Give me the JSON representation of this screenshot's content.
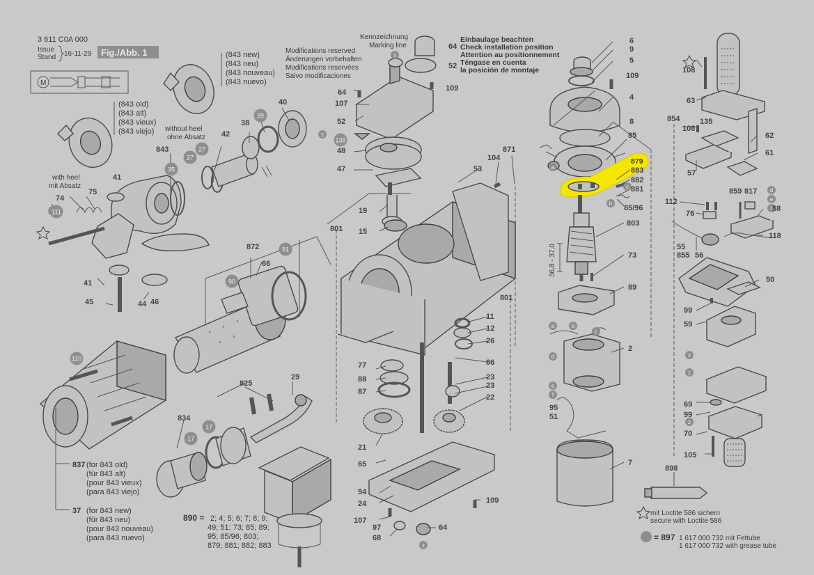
{
  "header": {
    "code": "3 611 C0A 000",
    "issue_label": "Issue",
    "stand_label": "Stand",
    "date": "16-11-29",
    "fig_label": "Fig./Abb. 1"
  },
  "modifications": [
    "Modifications reserved",
    "Änderungen vorbehalten",
    "Modifications reservées",
    "Salvo modificaciones"
  ],
  "marking": {
    "de": "Kennzeichnung",
    "en": "Marking line"
  },
  "mounting_note": [
    "Einbaulage beachten",
    "Check installation position",
    "Attention au positionnement",
    "Téngase en cuenta",
    "la posición de montaje"
  ],
  "variants": {
    "new": [
      "(843 new)",
      "(843 neu)",
      "(843 nouveau)",
      "(843 nuevo)"
    ],
    "old": [
      "(843 old)",
      "(843 alt)",
      "(843 vieux)",
      "(843 viejo)"
    ],
    "with_heel": [
      "with heel",
      "mit Absatz"
    ],
    "without_heel": [
      "without heel",
      "ohne Absatz"
    ]
  },
  "bottom_notes": {
    "p837_num": "837",
    "p837_lines": [
      "(for 843 old)",
      "(für 843 alt)",
      "(pour 843 vieux)",
      "(para 843 viejo)"
    ],
    "p37_num": "37",
    "p37_lines": [
      "(for 843 new)",
      "(für 843 neu)",
      "(pour 843 nouveau)",
      "(para 843 nuevo)"
    ],
    "p890_num": "890 =",
    "p890_lines": [
      "2; 4; 5; 6; 7; 8; 9;",
      "49; 51; 73; 85; 89;",
      "95; 85/96; 803;",
      "879; 881; 882; 883"
    ]
  },
  "legend": {
    "loctite_de": "mit Loctite 586 sichern",
    "loctite_en": "secure with Loctite 586",
    "grease_num": "= 897",
    "grease_line1": "1 617 000 732 mit Fettube",
    "grease_line2": "1 617 000 732 with grease tube"
  },
  "highlight": {
    "part": "879",
    "color": "#f5e600"
  },
  "dimension": "36,8 - 37,0",
  "circled_labels": [
    "111",
    "35",
    "27",
    "27",
    "39",
    "139",
    "90",
    "91",
    "110",
    "17",
    "17"
  ],
  "letter_labels": [
    "x",
    "z",
    "z",
    "a",
    "b",
    "c",
    "d",
    "e",
    "f",
    "a",
    "b",
    "c",
    "d",
    "e",
    "f",
    "x",
    "z",
    "z"
  ],
  "part_numbers": [
    "41",
    "74",
    "75",
    "41",
    "45",
    "44",
    "46",
    "843",
    "42",
    "38",
    "40",
    "6",
    "9",
    "5",
    "109",
    "4",
    "8",
    "85",
    "883",
    "882",
    "881",
    "85/96",
    "803",
    "73",
    "89",
    "2",
    "95",
    "51",
    "7",
    "108",
    "63",
    "854",
    "108",
    "135",
    "62",
    "61",
    "57",
    "112",
    "76",
    "859",
    "817",
    "58",
    "118",
    "55",
    "855",
    "56",
    "50",
    "99",
    "59",
    "69",
    "99",
    "70",
    "105",
    "898",
    "64",
    "52",
    "109",
    "64",
    "107",
    "52",
    "48",
    "47",
    "19",
    "15",
    "53",
    "104",
    "871",
    "801",
    "801",
    "11",
    "12",
    "26",
    "86",
    "77",
    "88",
    "87",
    "23",
    "23",
    "22",
    "21",
    "65",
    "94",
    "24",
    "107",
    "97",
    "68",
    "64",
    "109",
    "872",
    "66",
    "825",
    "29",
    "834"
  ],
  "colors": {
    "background": "#c9c9c9",
    "circle_fill": "#8e8e8e",
    "ink": "#3a3a3a",
    "highlight": "#f5e600"
  }
}
